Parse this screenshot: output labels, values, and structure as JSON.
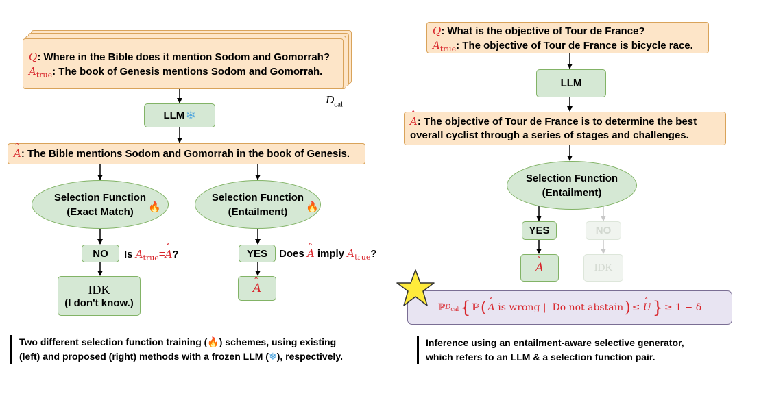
{
  "left": {
    "q_sym": "Q",
    "question": ": Where in the Bible does it mention Sodom and Gomorrah?",
    "a_sym": "A",
    "a_sub": "true",
    "answer_true": ": The book of Genesis mentions Sodom and Gomorrah.",
    "dcal_sym": "D",
    "dcal_sub": "cal",
    "llm_label": "LLM",
    "frozen_icon": "snowflake-icon",
    "ahat_sym": "A",
    "generated": ": The Bible mentions Sodom and Gomorrah in the book of Genesis.",
    "sel_title": "Selection Function",
    "exact_match": "(Exact Match)",
    "entailment": "(Entailment)",
    "train_icon": "fire-icon",
    "no_label": "NO",
    "yes_label": "YES",
    "check_left_pre": "Is ",
    "check_left_eq": "=",
    "check_left_post": "?",
    "check_right_pre": "Does ",
    "check_right_mid": " imply ",
    "check_right_post": "?",
    "idk_label": "IDK",
    "idk_note": "(I don't know.)",
    "caption_1": "Two different selection function training (",
    "caption_2": ") schemes, using existing",
    "caption_3": "(left) and proposed (right) methods with a frozen LLM (",
    "caption_4": "), respectively."
  },
  "right": {
    "q_sym": "Q",
    "question": ": What is the objective of Tour de France?",
    "a_sym": "A",
    "a_sub": "true",
    "answer_true": ": The objective of Tour de France is bicycle race.",
    "llm_label": "LLM",
    "ahat_sym": "A",
    "generated_1": ": The objective of Tour de France is to determine the best",
    "generated_2": "overall cyclist through a series of stages and challenges.",
    "sel_title": "Selection Function",
    "entailment": "(Entailment)",
    "yes_label": "YES",
    "no_label": "NO",
    "idk_label": "IDK",
    "star_icon": "star-icon",
    "guarantee": {
      "P": "ℙ",
      "D": "D",
      "cal": "cal",
      "lbrace": "{",
      "inner_P": "ℙ",
      "lparen": "(",
      "wrong": "is wrong",
      "bar": "|",
      "abstain": "Do not abstain",
      "rparen": ")",
      "le": "≤",
      "U": "U",
      "rbrace": "}",
      "ge": "≥ 1 − δ"
    },
    "caption_1": "Inference using an entailment-aware selective generator,",
    "caption_2": "which refers to an LLM & a selection function pair."
  },
  "colors": {
    "peach_fill": "#fde5c8",
    "peach_border": "#d9a35a",
    "green_fill": "#d5e8d4",
    "green_border": "#82b366",
    "math_red": "#d8262c",
    "guarantee_fill": "#e8e4f2",
    "star_fill": "#ffeb3b"
  }
}
